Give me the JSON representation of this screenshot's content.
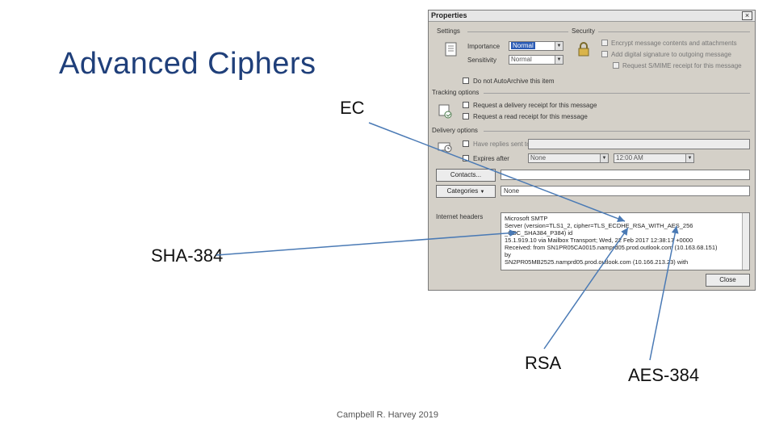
{
  "slide": {
    "title": "Advanced Ciphers",
    "footer": "Campbell R. Harvey 2019",
    "annotations": {
      "ec": "EC",
      "sha": "SHA-384",
      "rsa": "RSA",
      "aes": "AES-384"
    }
  },
  "dialog": {
    "title": "Properties",
    "close_glyph": "×",
    "settings": {
      "label": "Settings",
      "importance_label": "Importance",
      "importance_value": "Normal",
      "sensitivity_label": "Sensitivity",
      "sensitivity_value": "Normal",
      "do_not_autoarchive": "Do not AutoArchive this item"
    },
    "security": {
      "label": "Security",
      "encrypt": "Encrypt message contents and attachments",
      "sign": "Add digital signature to outgoing message",
      "smime": "Request S/MIME receipt for this message"
    },
    "tracking": {
      "label": "Tracking options",
      "delivery_receipt": "Request a delivery receipt for this message",
      "read_receipt": "Request a read receipt for this message"
    },
    "delivery": {
      "label": "Delivery options",
      "have_replies": "Have replies sent to",
      "expires_after": "Expires after",
      "expires_date": "None",
      "expires_time": "12:00 AM"
    },
    "contacts_button": "Contacts...",
    "categories_button": "Categories",
    "categories_value": "None",
    "internet_headers": {
      "label": "Internet headers",
      "lines": [
        "Microsoft SMTP",
        "Server (version=TLS1_2, cipher=TLS_ECDHE_RSA_WITH_AES_256",
        "_CBC_SHA384_P384) id",
        "15.1.919.10 via Mailbox Transport; Wed, 22 Feb 2017 12:38:17 +0000",
        "Received: from SN1PR05CA0015.namprd05.prod.outlook.com (10.163.68.151)",
        "by",
        "SN2PR05MB2525.namprd05.prod.outlook.com (10.166.213.23) with"
      ]
    },
    "close_button": "Close"
  }
}
